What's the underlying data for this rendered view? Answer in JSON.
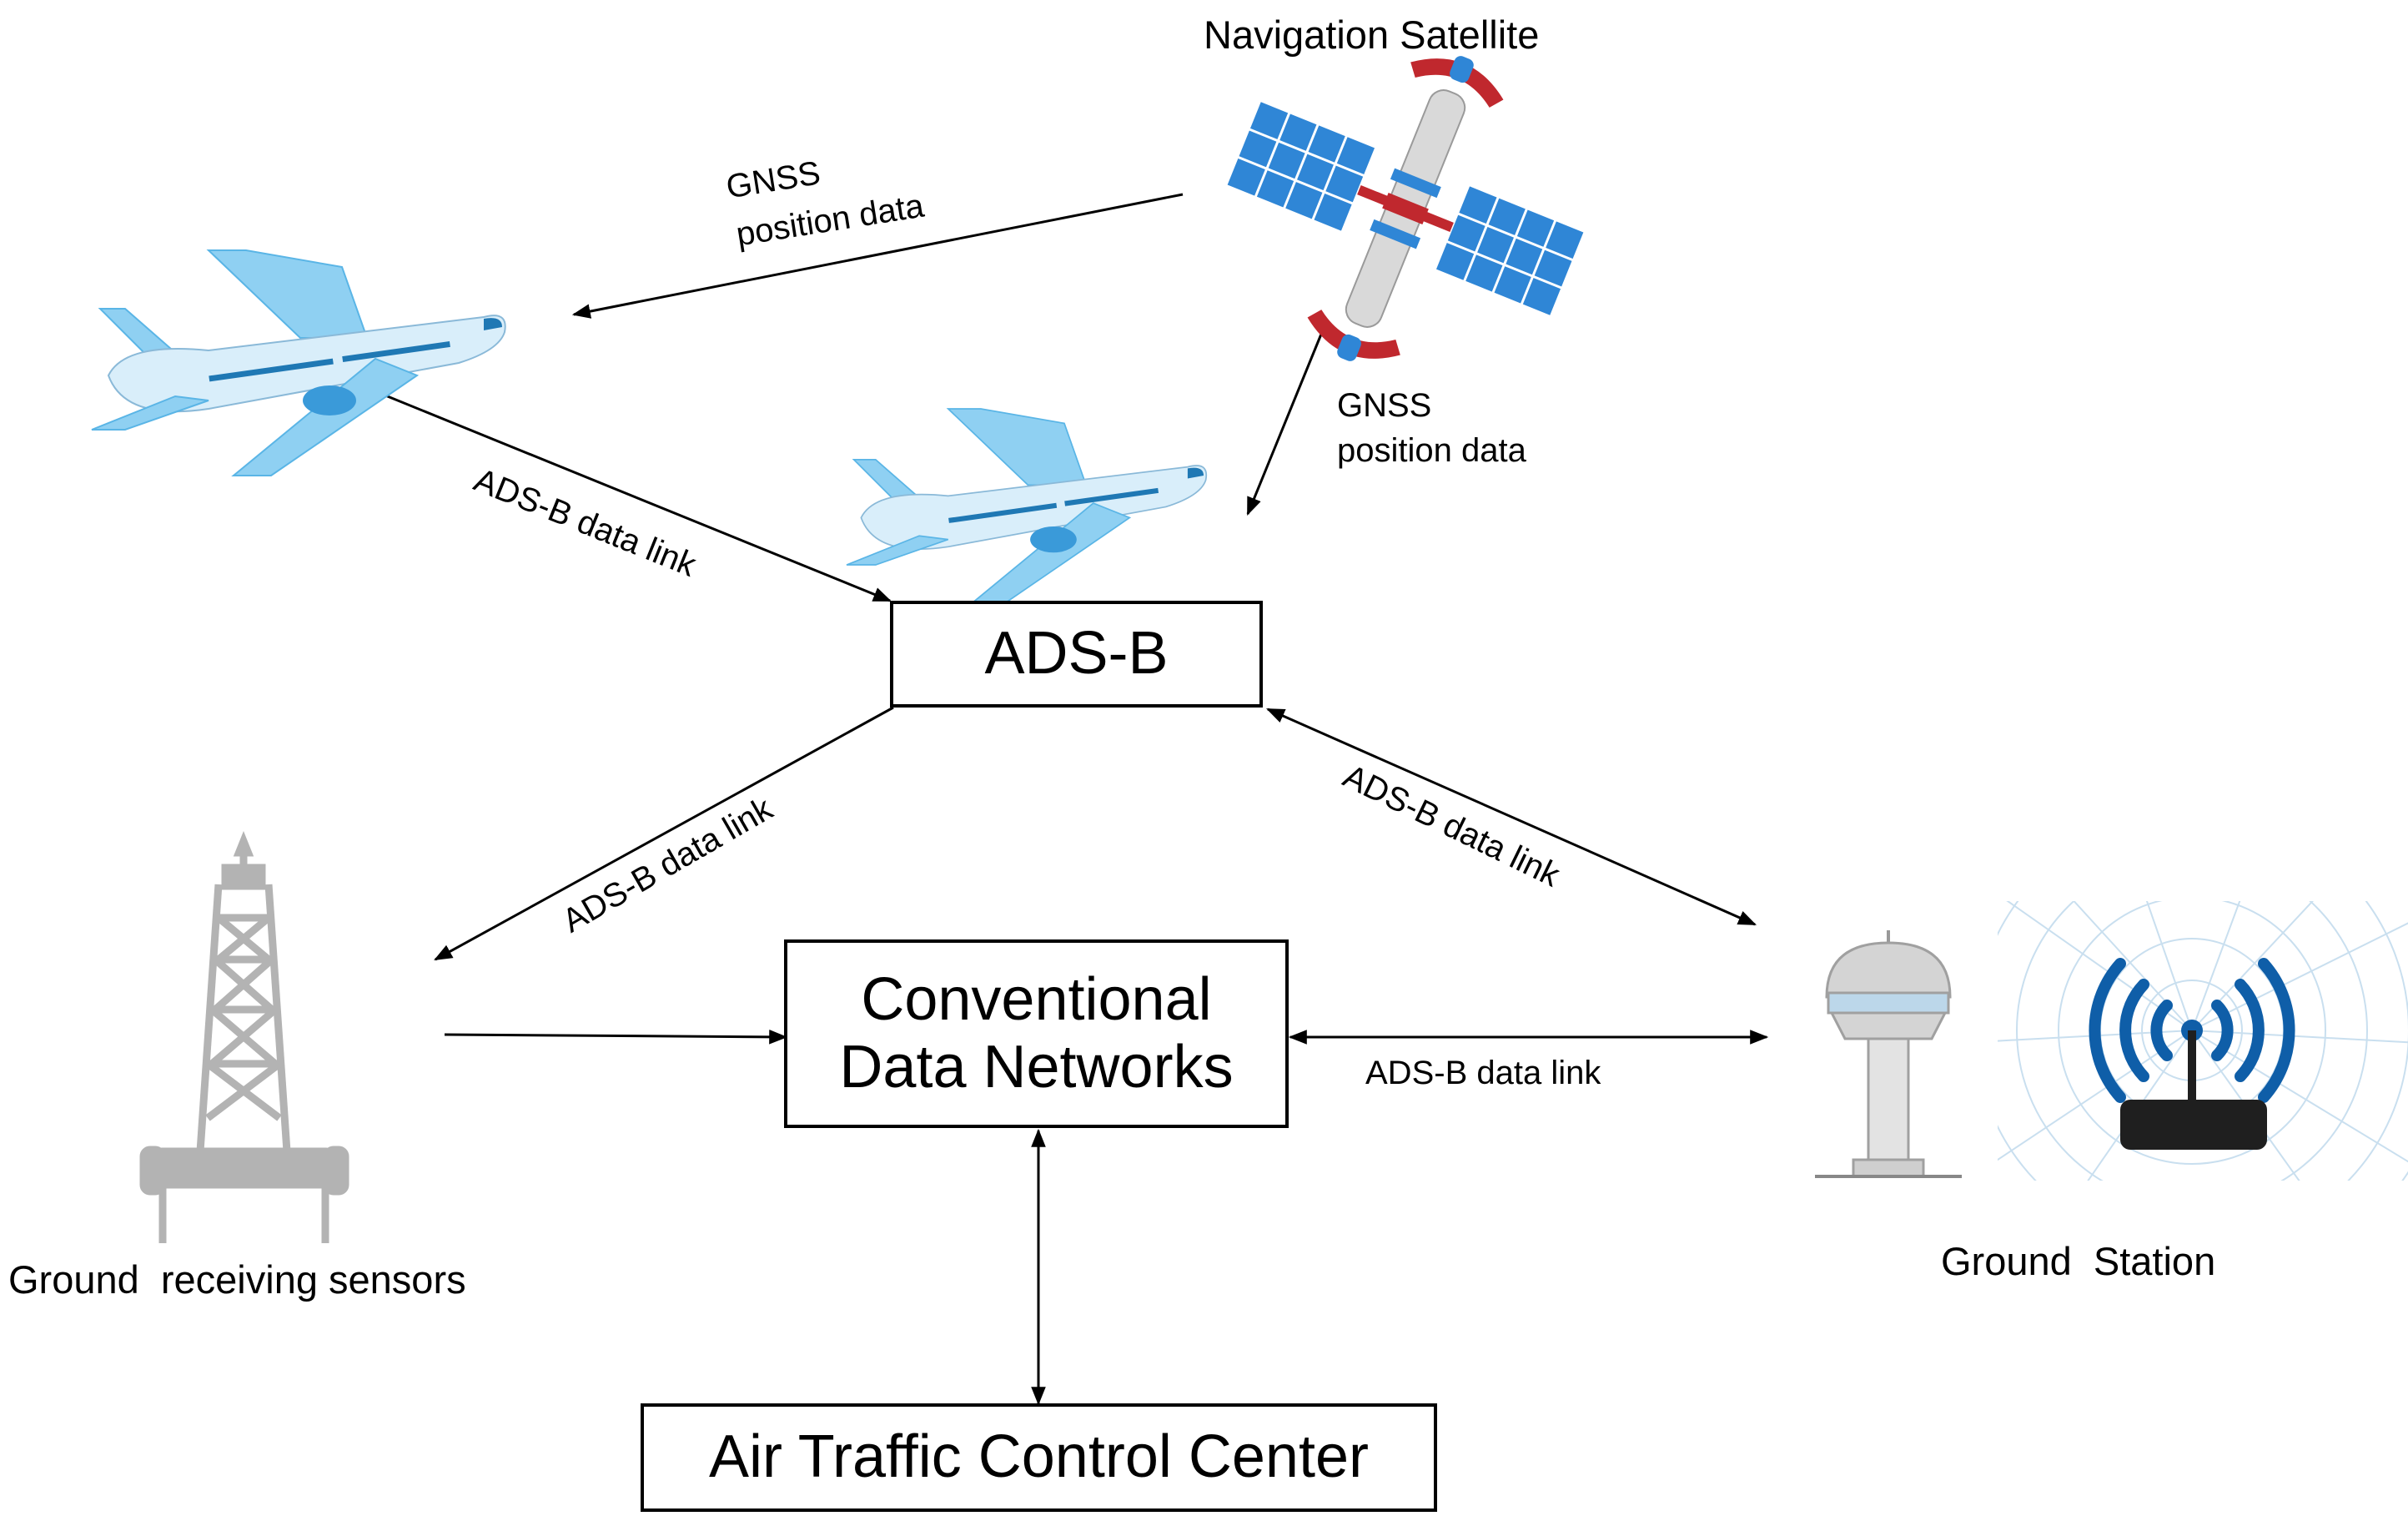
{
  "nodes": {
    "satellite_label": "Navigation Satellite",
    "adsb_box": "ADS-B",
    "cdn_box_line1": "Conventional",
    "cdn_box_line2": "Data Networks",
    "atcc_box": "Air Traffic Control Center",
    "sensors_label": "Ground  receiving sensors",
    "station_label": "Ground  Station"
  },
  "edges": {
    "gnss_top_line1": "GNSS",
    "gnss_top_line2": "position data",
    "gnss_right_line1": "GNSS",
    "gnss_right_line2": "position data",
    "adsb_plane": "ADS-B data link",
    "adsb_sensors": "ADS-B data link",
    "adsb_station_diag": "ADS-B data link",
    "adsb_station_horiz": "ADS-B data link"
  },
  "colors": {
    "plane_body": "#d9eefa",
    "plane_wing": "#8fd0f2",
    "plane_window": "#1f78b4",
    "satellite_panel": "#2f86d6",
    "satellite_red": "#c0282e",
    "tower_grey": "#b3b3b3",
    "wifi_blue": "#0f5ea8"
  }
}
